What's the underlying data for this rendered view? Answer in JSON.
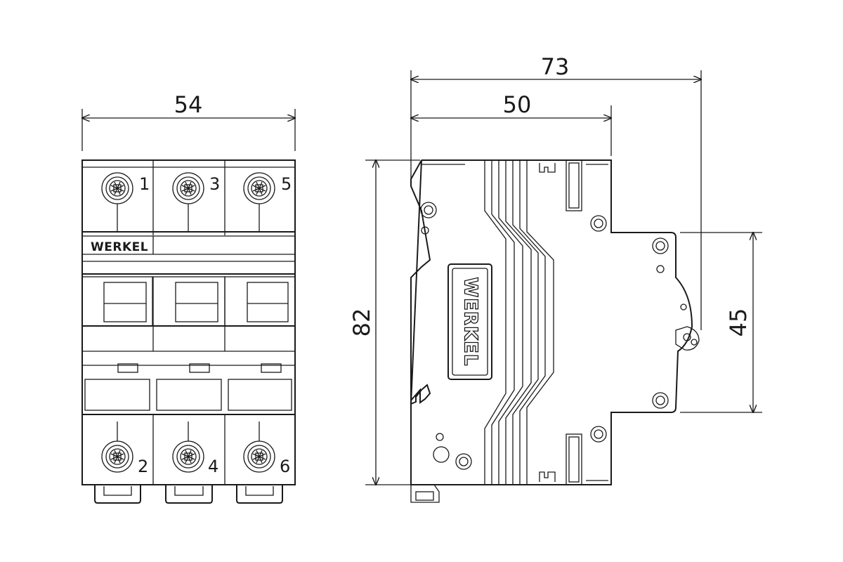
{
  "front_view": {
    "brand": "WERKEL",
    "width_dim": "54",
    "terminals_top": [
      "1",
      "3",
      "5"
    ],
    "terminals_bottom": [
      "2",
      "4",
      "6"
    ]
  },
  "side_view": {
    "brand": "WERKEL",
    "total_depth_dim": "73",
    "rail_depth_dim": "50",
    "height_dim": "82",
    "front_height_dim": "45"
  }
}
